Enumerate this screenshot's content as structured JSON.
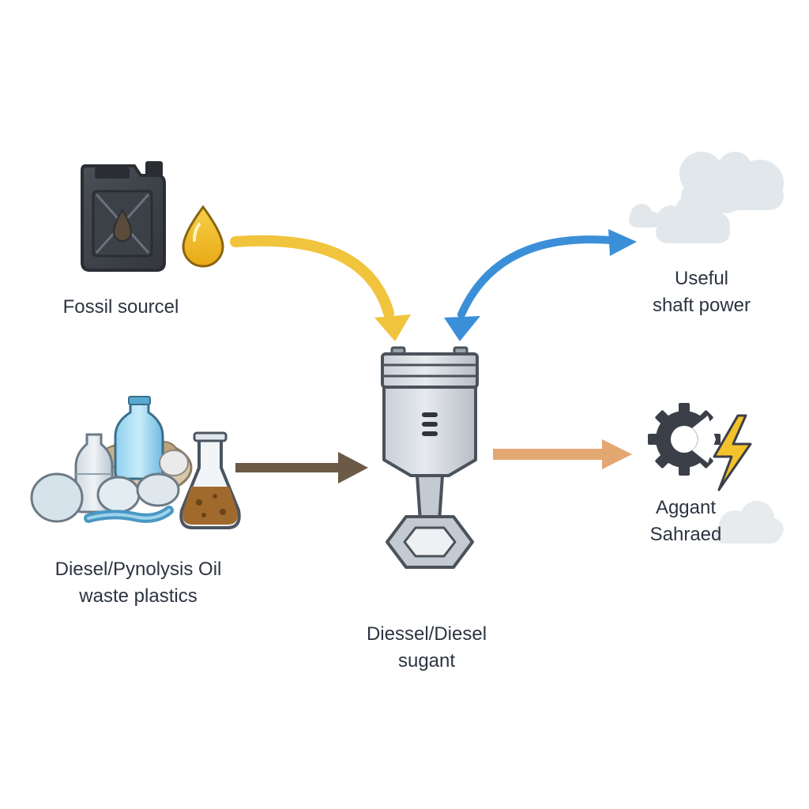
{
  "labels": {
    "fossil_source": "Fossil sourcel",
    "plastics_line1": "Diesel/Pynolysis Oil",
    "plastics_line2": "waste plastics",
    "engine_line1": "Diessel/Diesel",
    "engine_line2": "sugant",
    "output_power_line1": "Useful",
    "output_power_line2": "shaft power",
    "output_exhaust_line1": "Aggant",
    "output_exhaust_line2": "Sahraed"
  },
  "icons": {
    "fuel_can": "fuel-jerrycan-icon",
    "oil_drop": "oil-drop-icon",
    "plastics": "plastic-waste-pile-icon",
    "flask": "pyrolysis-oil-flask-icon",
    "engine": "engine-piston-icon",
    "clouds": "cloud-icon",
    "gear": "gear-icon",
    "lightning": "lightning-bolt-icon"
  },
  "colors": {
    "fossil_arrow": "#f0c43c",
    "plastics_arrow": "#6b5a45",
    "power_arrow": "#3b8fd8",
    "output_arrow": "#e3a772",
    "icon_outline": "#3b4048",
    "oil": "#f2b623",
    "bolt": "#f4c22b"
  }
}
